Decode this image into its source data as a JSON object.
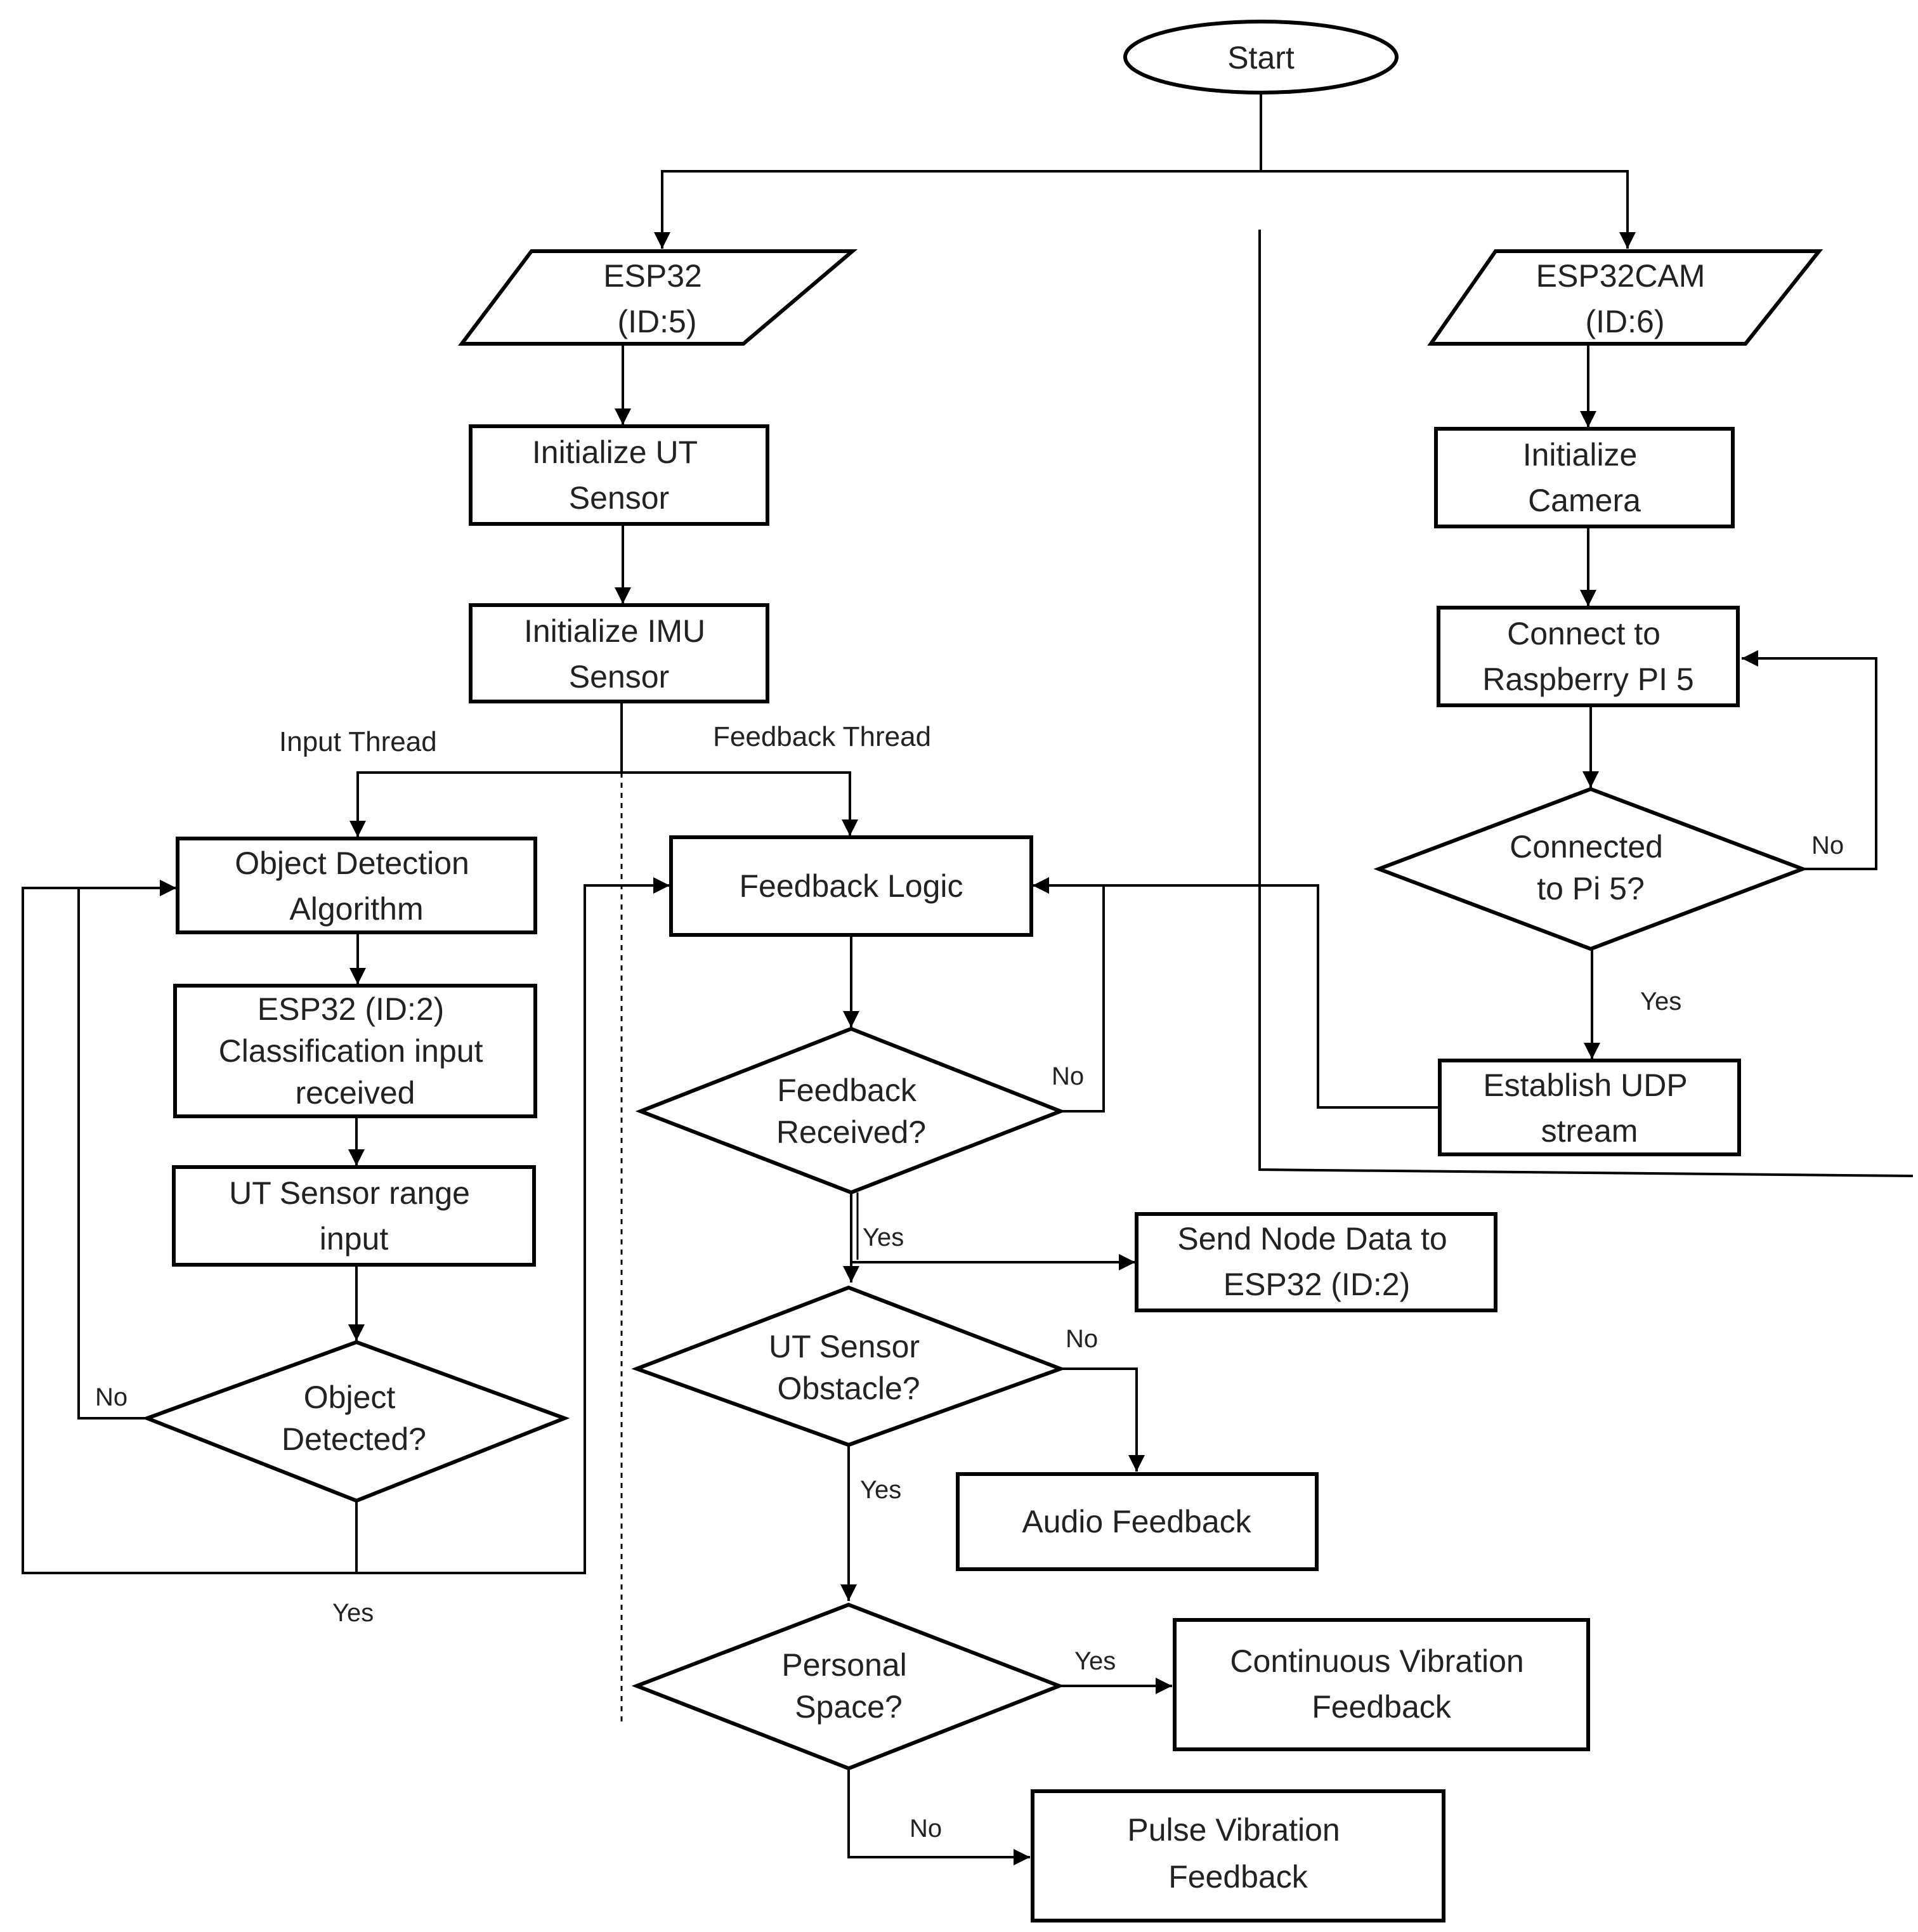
{
  "nodes": {
    "start": {
      "lines": [
        "Start"
      ]
    },
    "esp32_5": {
      "lines": [
        "ESP32",
        "(ID:5)"
      ]
    },
    "esp32cam": {
      "lines": [
        "ESP32CAM",
        "(ID:6)"
      ]
    },
    "init_ut": {
      "lines": [
        "Initialize UT",
        "Sensor"
      ]
    },
    "init_imu": {
      "lines": [
        "Initialize IMU",
        "Sensor"
      ]
    },
    "init_camera": {
      "lines": [
        "Initialize",
        "Camera"
      ]
    },
    "connect_pi": {
      "lines": [
        "Connect to",
        "Raspberry PI 5"
      ]
    },
    "connected_pi": {
      "lines": [
        "Connected",
        "to Pi 5?"
      ]
    },
    "establish_udp": {
      "lines": [
        "Establish UDP",
        "stream"
      ]
    },
    "object_detection": {
      "lines": [
        "Object Detection",
        "Algorithm"
      ]
    },
    "classification_input": {
      "lines": [
        "ESP32 (ID:2)",
        "Classification input",
        "received"
      ]
    },
    "ut_range": {
      "lines": [
        "UT Sensor range",
        "input"
      ]
    },
    "object_detected": {
      "lines": [
        "Object",
        "Detected?"
      ]
    },
    "feedback_logic": {
      "lines": [
        "Feedback Logic"
      ]
    },
    "feedback_received": {
      "lines": [
        "Feedback",
        "Received?"
      ]
    },
    "send_node_data": {
      "lines": [
        "Send Node Data to",
        "ESP32 (ID:2)"
      ]
    },
    "ut_obstacle": {
      "lines": [
        "UT Sensor",
        "Obstacle?"
      ]
    },
    "audio_feedback": {
      "lines": [
        "Audio Feedback"
      ]
    },
    "personal_space": {
      "lines": [
        "Personal",
        "Space?"
      ]
    },
    "continuous_vibration": {
      "lines": [
        "Continuous Vibration",
        "Feedback"
      ]
    },
    "pulse_vibration": {
      "lines": [
        "Pulse Vibration",
        "Feedback"
      ]
    }
  },
  "thread_labels": {
    "input": "Input Thread",
    "feedback": "Feedback Thread"
  },
  "edge_labels": {
    "connected_no": "No",
    "connected_yes": "Yes",
    "object_no": "No",
    "object_yes": "Yes",
    "feedback_no": "No",
    "feedback_yes": "Yes",
    "obstacle_no": "No",
    "obstacle_yes": "Yes",
    "personal_yes": "Yes",
    "personal_no": "No"
  }
}
